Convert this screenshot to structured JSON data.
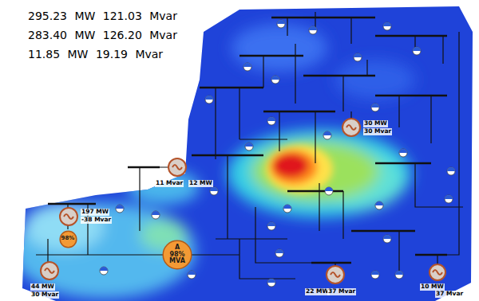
{
  "diagram": {
    "nodes": [
      {
        "text": [
          "98%"
        ]
      },
      {
        "text": [
          "A",
          "98%",
          "MVA"
        ]
      }
    ],
    "labels": [
      "295.23 MW 121.03 Mvar",
      "283.40 MW 126.20 Mvar",
      "11.85 MW 19.19 Mvar",
      "197 MW",
      "-38 Mvar",
      "44 MW",
      "30 Mvar",
      "11 Mvar",
      "12 MW",
      "30 MW",
      "30 Mvar",
      "22 MW",
      "37 Mvar",
      "10 MW",
      "37 Mvar"
    ]
  }
}
